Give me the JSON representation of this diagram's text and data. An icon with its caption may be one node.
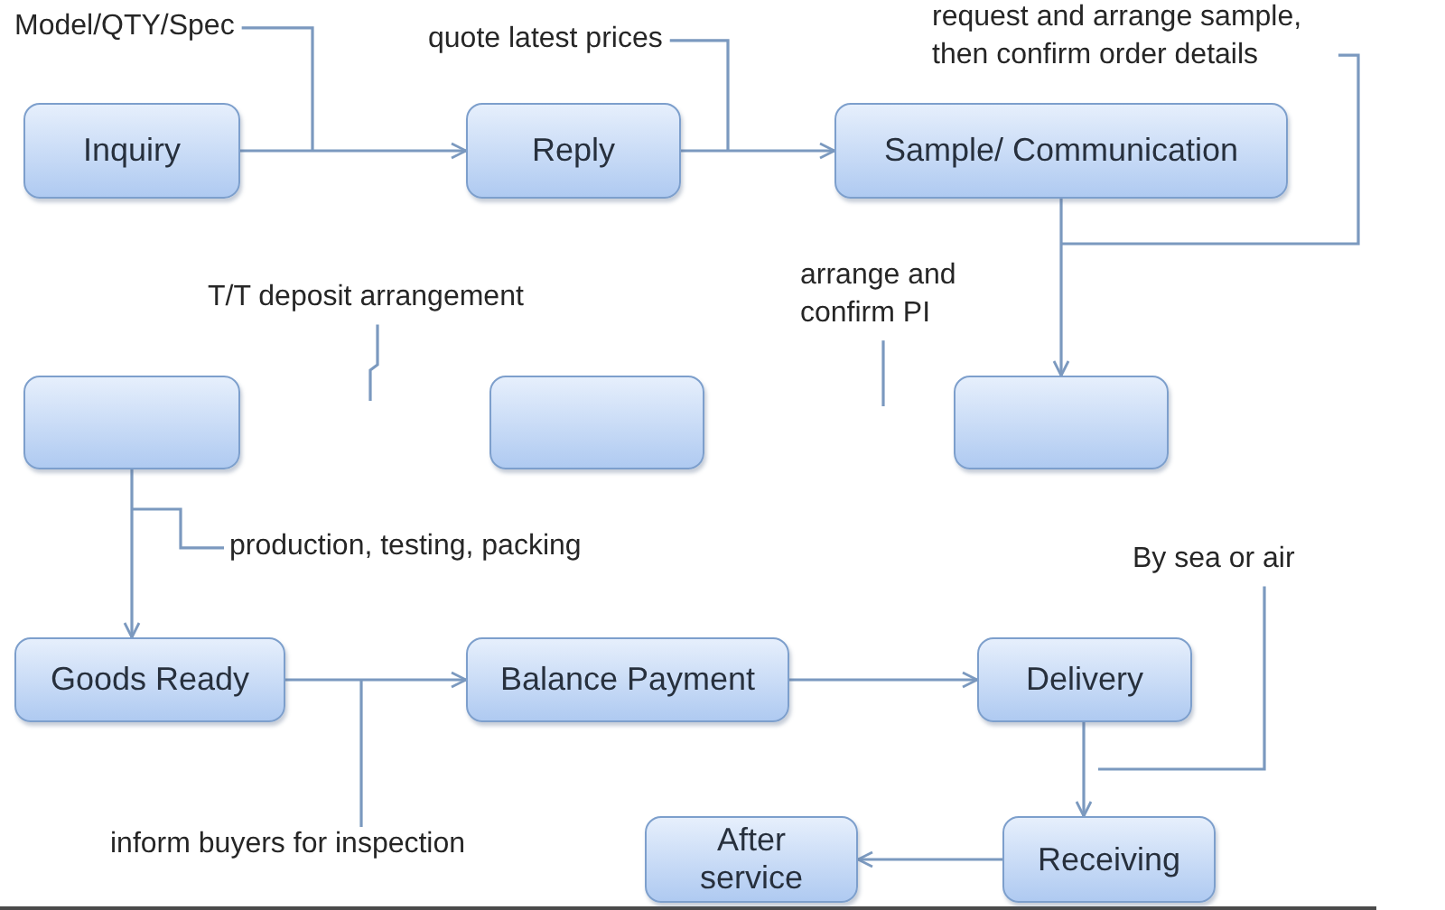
{
  "diagram": {
    "nodes": [
      {
        "text": [
          "Model/QTY/Spec"
        ]
      },
      {
        "text": [
          "quote latest prices"
        ]
      },
      {
        "text": [
          "request and arrange sample, then confirm order details"
        ]
      },
      {
        "text": [
          "Inquiry"
        ]
      },
      {
        "text": [
          "Reply"
        ]
      },
      {
        "text": [
          "Sample/ Communication"
        ]
      },
      {
        "text": [
          "T/T deposit arrangement"
        ]
      },
      {
        "text": [
          "arrange and confirm PI"
        ]
      },
      {
        "text": [],
        "shape": "box"
      },
      {
        "text": [],
        "shape": "box"
      },
      {
        "text": [],
        "shape": "box"
      },
      {
        "text": [
          "production, testing, packing"
        ]
      },
      {
        "text": [
          "By sea or air"
        ]
      },
      {
        "text": [
          "Goods Ready"
        ]
      },
      {
        "text": [
          "Balance Payment"
        ]
      },
      {
        "text": [
          "Delivery"
        ]
      },
      {
        "text": [
          "inform buyers for inspection"
        ]
      },
      {
        "text": [
          "After service"
        ]
      },
      {
        "text": [
          "Receiving"
        ]
      }
    ],
    "edges": [
      {
        "from": 3,
        "to": 4,
        "arrow": "to"
      },
      {
        "from": 0,
        "to": null,
        "arrow": "none"
      },
      {
        "from": 4,
        "to": 5,
        "arrow": "to"
      },
      {
        "from": 1,
        "to": null,
        "arrow": "none"
      },
      {
        "from": 2,
        "to": null,
        "arrow": "none"
      },
      {
        "from": 5,
        "to": 10,
        "arrow": "to"
      },
      {
        "from": 6,
        "to": null,
        "arrow": "none"
      },
      {
        "from": 7,
        "to": null,
        "arrow": "none"
      },
      {
        "from": 8,
        "to": 13,
        "arrow": "to"
      },
      {
        "from": 11,
        "to": null,
        "arrow": "none"
      },
      {
        "from": 13,
        "to": 14,
        "arrow": "to"
      },
      {
        "from": 14,
        "to": 15,
        "arrow": "to"
      },
      {
        "from": 16,
        "to": null,
        "arrow": "none"
      },
      {
        "from": 12,
        "to": null,
        "arrow": "none"
      },
      {
        "from": 15,
        "to": 18,
        "arrow": "to"
      },
      {
        "from": 18,
        "to": 17,
        "arrow": "to"
      }
    ]
  }
}
